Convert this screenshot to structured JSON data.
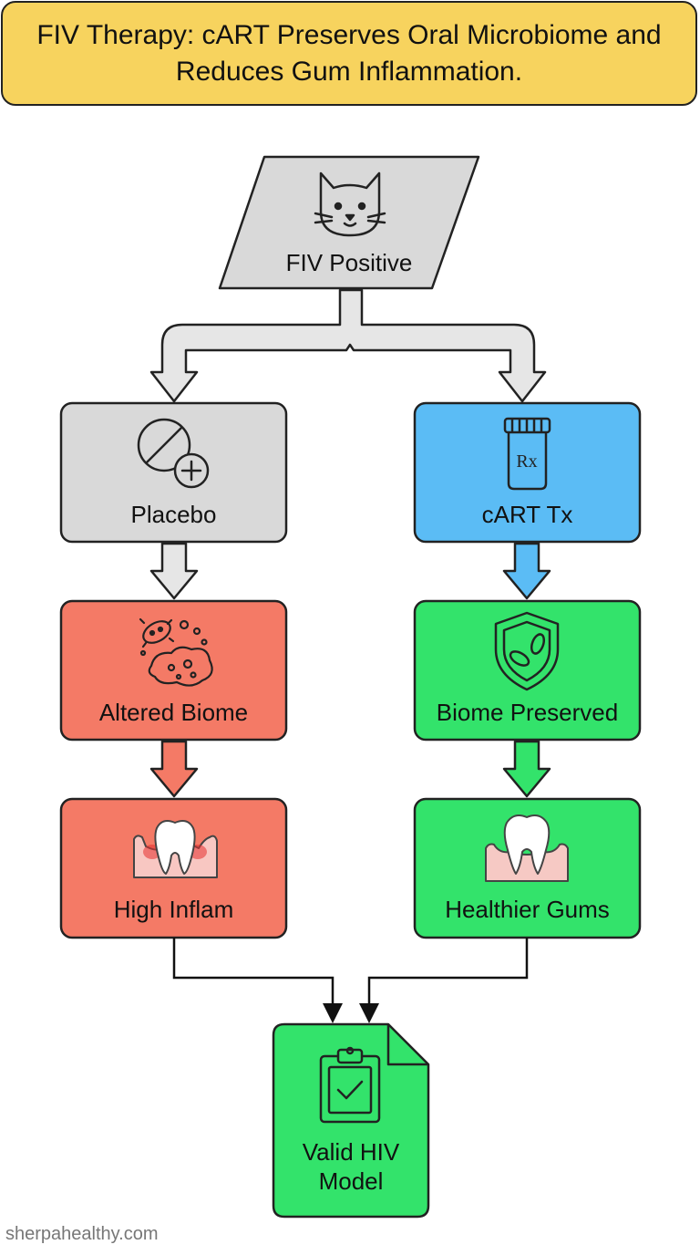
{
  "title": "FIV Therapy: cART Preserves Oral Microbiome and Reduces Gum Inflammation.",
  "nodes": {
    "start": "FIV Positive",
    "placebo": "Placebo",
    "cart": "cART Tx",
    "altered": "Altered Biome",
    "preserved": "Biome Preserved",
    "high_inflam": "High Inflam",
    "healthier": "Healthier Gums",
    "result_line1": "Valid HIV",
    "result_line2": "Model"
  },
  "icons": {
    "start": "cat-icon",
    "placebo": "pill-plus-icon",
    "cart": "rx-bottle-icon",
    "altered": "bacteria-icon",
    "preserved": "shield-icon",
    "high_inflam": "inflamed-tooth-icon",
    "healthier": "healthy-tooth-icon",
    "result": "clipboard-check-icon"
  },
  "rx_text": "Rx",
  "colors": {
    "title_bg": "#f7d35e",
    "gray": "#d9d9d9",
    "blue": "#5bbcf5",
    "red": "#f47a66",
    "green": "#33e36b"
  },
  "watermark": "sherpahealthy.com"
}
